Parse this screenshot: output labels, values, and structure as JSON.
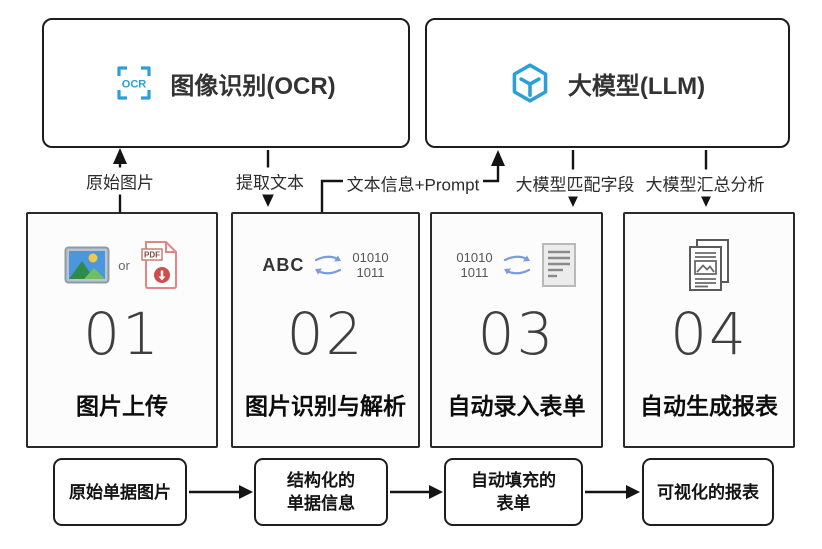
{
  "diagram": {
    "top_boxes": [
      {
        "label": "图像识别(OCR)",
        "icon": "ocr-frame-icon",
        "icon_text": "OCR"
      },
      {
        "label": "大模型(LLM)",
        "icon": "cube-icon"
      }
    ],
    "flow_labels": [
      {
        "text": "原始图片",
        "arrow": "up"
      },
      {
        "text": "提取文本",
        "arrow": "down"
      },
      {
        "text": "文本信息+Prompt",
        "arrow": "up"
      },
      {
        "text": "大模型匹配字段",
        "arrow": "down"
      },
      {
        "text": "大模型汇总分析",
        "arrow": "down"
      }
    ],
    "steps": [
      {
        "number": "01",
        "title": "图片上传",
        "or_label": "or",
        "pdf_label": "PDF"
      },
      {
        "number": "02",
        "title": "图片识别与解析",
        "abc_label": "ABC",
        "binary_line1": "01010",
        "binary_line2": "1011"
      },
      {
        "number": "03",
        "title": "自动录入表单",
        "binary_line1": "01010",
        "binary_line2": "1011"
      },
      {
        "number": "04",
        "title": "自动生成报表"
      }
    ],
    "bottom_boxes": [
      {
        "lines": [
          "原始单据图片"
        ]
      },
      {
        "lines": [
          "结构化的",
          "单据信息"
        ]
      },
      {
        "lines": [
          "自动填充的",
          "表单"
        ]
      },
      {
        "lines": [
          "可视化的报表"
        ]
      }
    ],
    "colors": {
      "accent_blue": "#2b9fd8",
      "swap_arrow_blue": "#7b9be0",
      "line_black": "#141414"
    }
  }
}
